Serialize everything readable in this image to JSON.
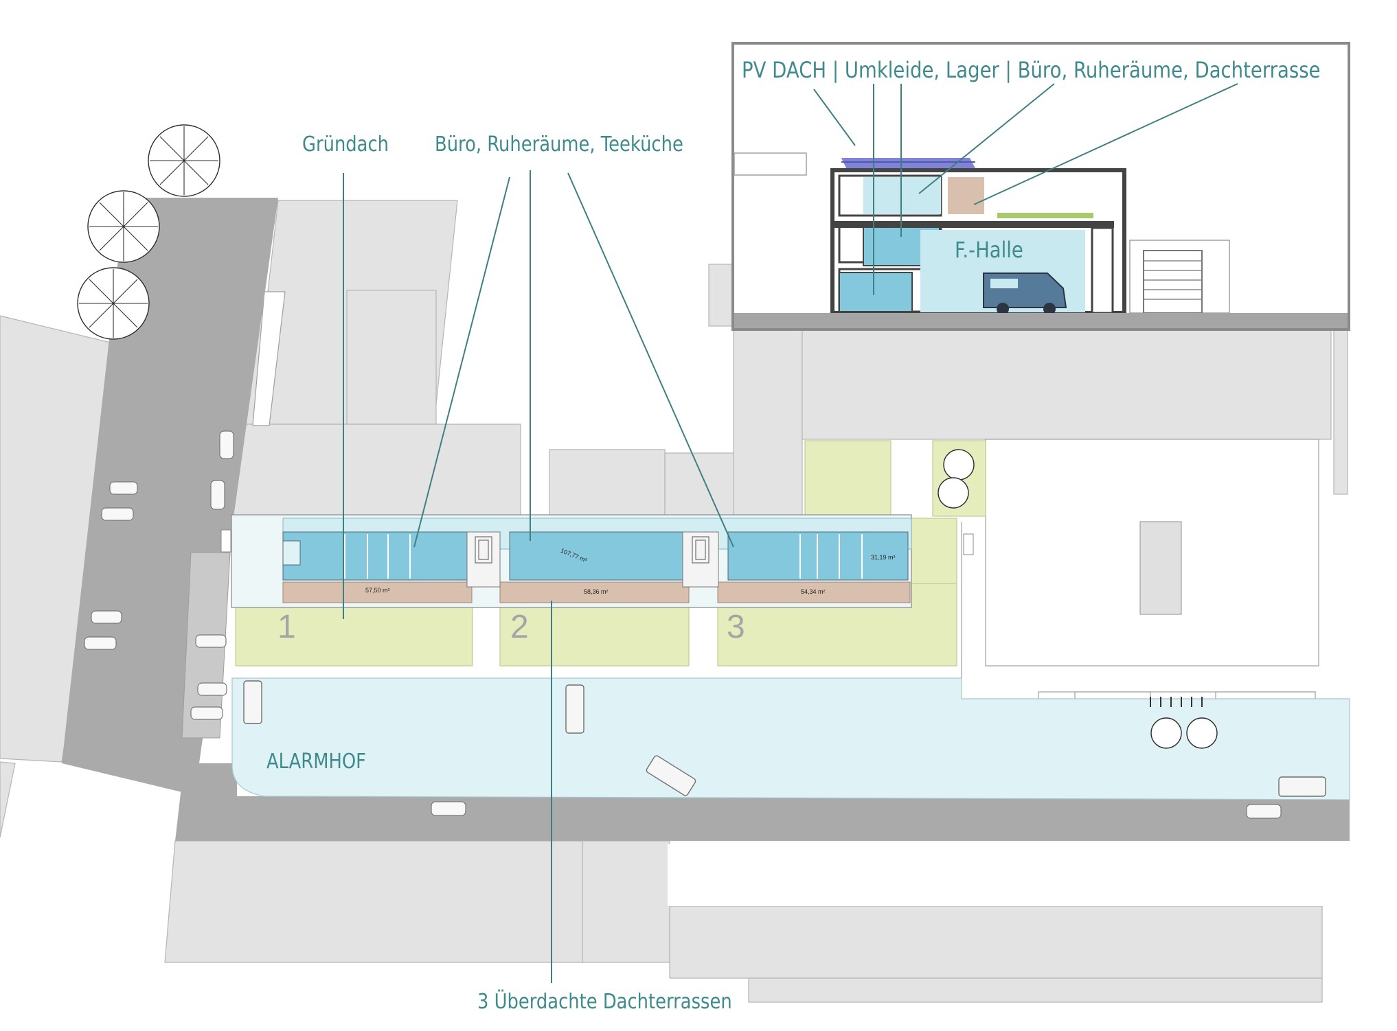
{
  "labels": {
    "section": "PV DACH | Umkleide, Lager | Büro, Ruheräume, Dachterrasse",
    "hall": "F.-Halle",
    "green_roof": "Gründach",
    "offices": "Büro, Ruheräume, Teeküche",
    "yard": "ALARMHOF",
    "terraces": "3 Überdachte Dachterrassen"
  },
  "units": [
    "1",
    "2",
    "3"
  ],
  "areas": {
    "a1": "57,50 m²",
    "a2": "58,36 m²",
    "a3": "54,34 m²",
    "b1": "107,77 m²",
    "b2": "31,19 m²"
  },
  "colors": {
    "label": "#3e8a8c",
    "leader": "#3f7f82",
    "office": "#83c8dc",
    "terrace": "#d9c0ae",
    "green": "#e6edbd",
    "yard": "#dff2f5",
    "road": "#aaaaaa",
    "building": "#e2e2e2"
  },
  "icons": [
    "tree-icon",
    "car-icon",
    "van-icon",
    "stair-icon",
    "pv-panel-icon",
    "garage-door-icon"
  ]
}
